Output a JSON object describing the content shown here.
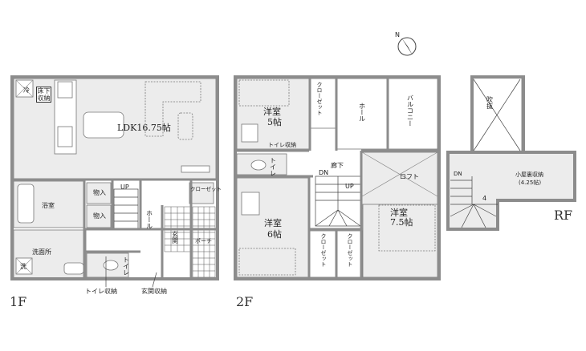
{
  "floors": {
    "f1": {
      "label": "1F",
      "rooms": {
        "ldk": "LDK16.75帖",
        "fridge": "冷",
        "underfloor": "床下収納",
        "bath": "浴室",
        "storage1": "物入",
        "storage2": "物入",
        "up": "UP",
        "hall": "ホール",
        "closet": "クローゼット",
        "entrance": "玄関",
        "porch": "ポーチ",
        "washroom": "洗面所",
        "washer": "洗",
        "toilet": "トイレ"
      },
      "callouts": {
        "toilet_storage": "トイレ収納",
        "entrance_storage": "玄関収納"
      }
    },
    "f2": {
      "label": "2F",
      "rooms": {
        "room5": "洋室",
        "room5_size": "5帖",
        "closet_a": "クローゼット",
        "hall": "ホール",
        "balcony": "バルコニー",
        "toilet_storage": "トイレ収納",
        "toilet": "トイレ",
        "corridor": "廊下",
        "dn": "DN",
        "up": "UP",
        "loft": "ロフト",
        "room6": "洋室",
        "room6_size": "6帖",
        "closet_b": "クローゼット",
        "closet_c": "クローゼット",
        "room75": "洋室",
        "room75_size": "7.5帖"
      }
    },
    "rf": {
      "label": "RF",
      "rooms": {
        "void": "吹抜",
        "attic": "小屋裏収納",
        "attic_size": "(4.25帖)",
        "dn": "DN",
        "step": "4"
      }
    }
  },
  "compass": {
    "label": "N"
  }
}
